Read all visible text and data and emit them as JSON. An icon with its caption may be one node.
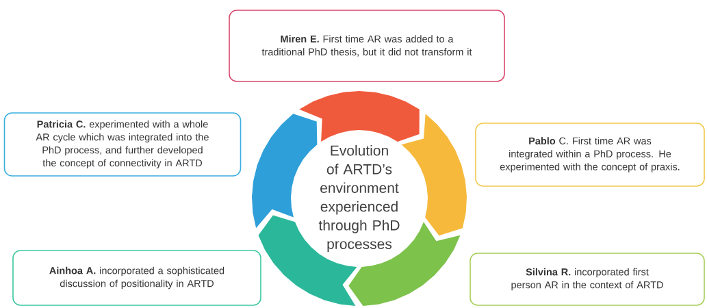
{
  "diagram": {
    "nodes": [
      {
        "text": [
          "**Miren E.** First time AR was added to a traditional PhD thesis, but it did not transform it"
        ]
      },
      {
        "text": [
          "**Patricia C.** experimented with a whole AR cycle which was integrated into the PhD process, and further developed the concept of connectivity in ARTD"
        ]
      },
      {
        "text": [
          "**Pablo** C. First time AR was integrated within a PhD process. He experimented with the concept of praxis."
        ]
      },
      {
        "text": [
          "Evolution of ARTD’s environment experienced through PhD processes"
        ]
      },
      {
        "text": [
          "**Ainhoa A.** incorporated a sophisticated discussion of positionality in ARTD"
        ]
      },
      {
        "text": [
          "**Silvina R.** incorporated first person AR in the context of ARTD"
        ]
      }
    ]
  }
}
